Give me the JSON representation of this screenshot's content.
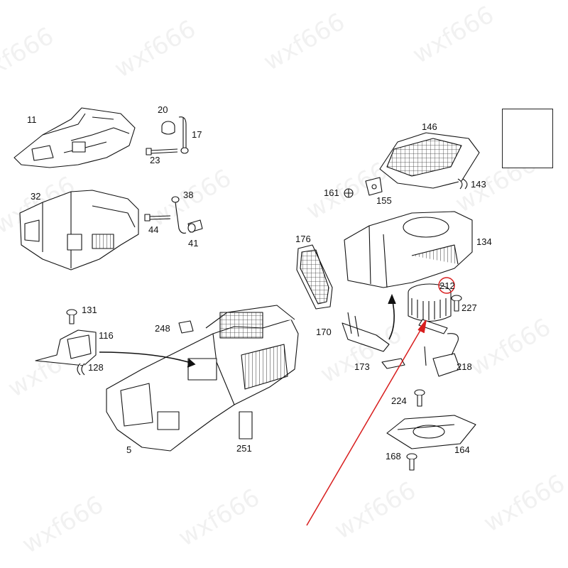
{
  "diagram": {
    "parts": [
      {
        "label": "11"
      },
      {
        "label": "20"
      },
      {
        "label": "17"
      },
      {
        "label": "23"
      },
      {
        "label": "32"
      },
      {
        "label": "38"
      },
      {
        "label": "44"
      },
      {
        "label": "41"
      },
      {
        "label": "131"
      },
      {
        "label": "116"
      },
      {
        "label": "128"
      },
      {
        "label": "248"
      },
      {
        "label": "5"
      },
      {
        "label": "251"
      },
      {
        "label": "146"
      },
      {
        "label": "143"
      },
      {
        "label": "161"
      },
      {
        "label": "155"
      },
      {
        "label": "176"
      },
      {
        "label": "134"
      },
      {
        "label": "212"
      },
      {
        "label": "227"
      },
      {
        "label": "170"
      },
      {
        "label": "173"
      },
      {
        "label": "218"
      },
      {
        "label": "224"
      },
      {
        "label": "164"
      },
      {
        "label": "168"
      }
    ],
    "highlighted_part": "212",
    "highlight_color": "#d81e1e",
    "line_color": "#111111",
    "legend_icons": [
      "heat-waves-icon",
      "fan-icon"
    ],
    "watermark": "wxf666"
  }
}
